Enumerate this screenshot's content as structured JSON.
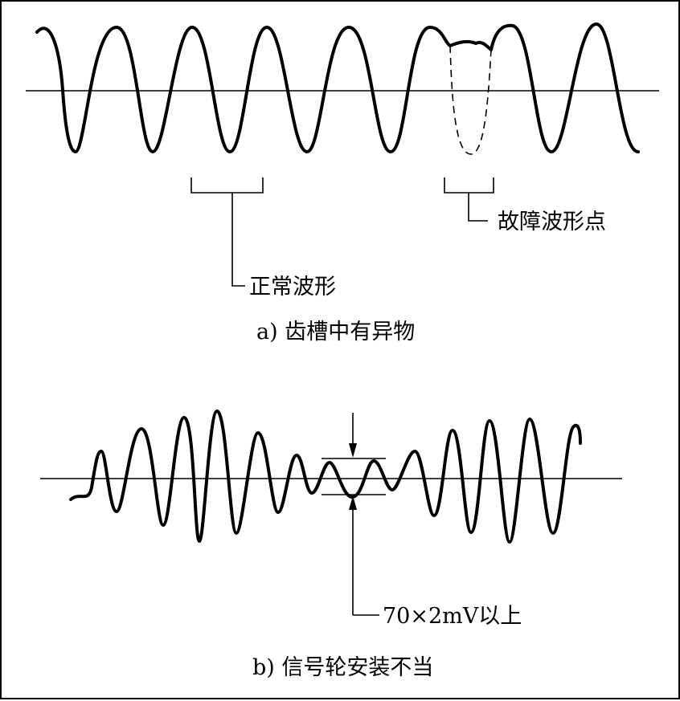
{
  "panel_a": {
    "caption": "a) 齿槽中有异物",
    "normal_label": "正常波形",
    "fault_label": "故障波形点"
  },
  "panel_b": {
    "caption": "b) 信号轮安装不当",
    "amplitude_label": "70×2mV以上"
  }
}
